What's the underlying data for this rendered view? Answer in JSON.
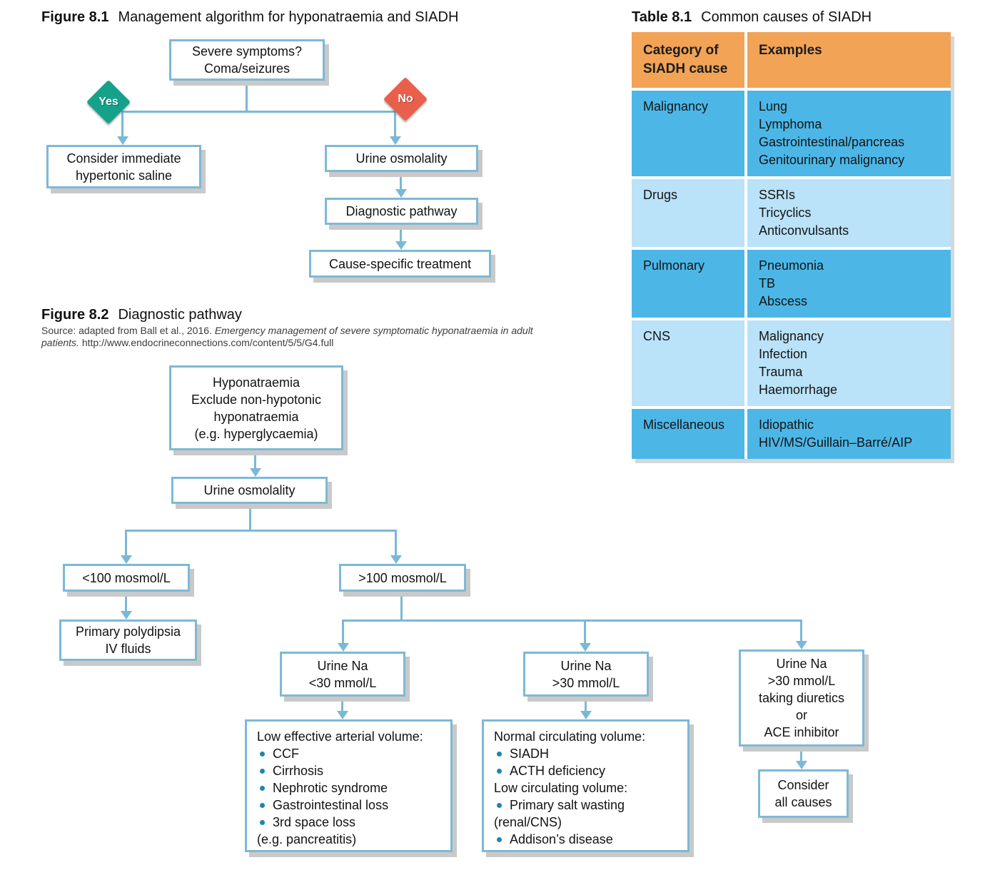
{
  "colors": {
    "connector_line": "#7bb8d6",
    "node_border": "#7db9d6",
    "node_shadow": "#c9c9c9",
    "yes_diamond": "#14a28a",
    "no_diamond": "#e8604c",
    "table_header_bg": "#f2a356",
    "table_row_dark": "#4cb7e7",
    "table_row_light": "#bae2f8",
    "bullet": "#1e86ad"
  },
  "figure1": {
    "label": "Figure 8.1",
    "title": "Management algorithm for hyponatraemia and SIADH",
    "yes_label": "Yes",
    "no_label": "No",
    "severe_box": "Severe symptoms?\nComa/seizures",
    "consider_box": "Consider immediate\nhypertonic saline",
    "urine_box": "Urine osmolality",
    "diagnostic_box": "Diagnostic pathway",
    "treatment_box": "Cause-specific treatment"
  },
  "table1": {
    "label": "Table 8.1",
    "title": "Common causes of SIADH",
    "col1_header": "Category of\nSIADH cause",
    "col2_header": "Examples",
    "rows": [
      {
        "category": "Malignancy",
        "examples": "Lung\nLymphoma\nGastrointestinal/pancreas\nGenitourinary malignancy"
      },
      {
        "category": "Drugs",
        "examples": "SSRIs\nTricyclics\nAnticonvulsants"
      },
      {
        "category": "Pulmonary",
        "examples": "Pneumonia\nTB\nAbscess"
      },
      {
        "category": "CNS",
        "examples": "Malignancy\nInfection\nTrauma\nHaemorrhage"
      },
      {
        "category": "Miscellaneous",
        "examples": "Idiopathic\nHIV/MS/Guillain–Barré/AIP"
      }
    ]
  },
  "figure2": {
    "label": "Figure 8.2",
    "title": "Diagnostic pathway",
    "source_normal": "Source: adapted from Ball et al., 2016. ",
    "source_italic": "Emergency management of severe symptomatic hyponatraemia in adult patients.",
    "source_url": "  http://www.endocrineconnections.com/content/5/5/G4.full",
    "hypo_box": "Hyponatraemia\nExclude non-hypotonic\nhyponatraemia\n(e.g. hyperglycaemia)",
    "urine_box": "Urine osmolality",
    "lt100_box": "<100 mosmol/L",
    "gt100_box": ">100 mosmol/L",
    "polydipsia_box": "Primary polydipsia\nIV fluids",
    "urine_na_lt30_box": "Urine Na\n<30 mmol/L",
    "urine_na_gt30_box": "Urine Na\n>30 mmol/L",
    "urine_na_diuretics_box": "Urine Na\n>30 mmol/L\ntaking diuretics\nor\nACE inhibitor",
    "low_arterial": {
      "title": "Low effective arterial volume:",
      "items": [
        "CCF",
        "Cirrhosis",
        "Nephrotic syndrome",
        "Gastrointestinal loss",
        "3rd space loss"
      ],
      "footnote": "(e.g. pancreatitis)"
    },
    "circulating": {
      "title1": "Normal circulating volume:",
      "items1": [
        "SIADH",
        "ACTH deficiency"
      ],
      "title2": "Low circulating volume:",
      "item2a": "Primary salt wasting",
      "item2a_note": "(renal/CNS)",
      "item2b": "Addison’s disease"
    },
    "consider_box": "Consider\nall causes"
  }
}
